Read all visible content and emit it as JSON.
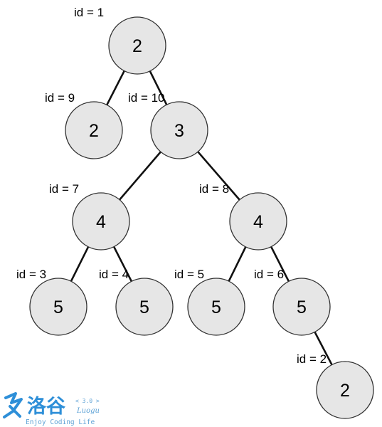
{
  "tree": {
    "nodes": [
      {
        "id_label": "id = 1",
        "value": "2"
      },
      {
        "id_label": "id = 9",
        "value": "2"
      },
      {
        "id_label": "id = 10",
        "value": "3"
      },
      {
        "id_label": "id = 7",
        "value": "4"
      },
      {
        "id_label": "id = 8",
        "value": "4"
      },
      {
        "id_label": "id = 3",
        "value": "5"
      },
      {
        "id_label": "id = 4",
        "value": "5"
      },
      {
        "id_label": "id = 5",
        "value": "5"
      },
      {
        "id_label": "id = 6",
        "value": "5"
      },
      {
        "id_label": "id = 2",
        "value": "2"
      }
    ],
    "edges": [
      [
        0,
        1
      ],
      [
        0,
        2
      ],
      [
        2,
        3
      ],
      [
        2,
        4
      ],
      [
        3,
        5
      ],
      [
        3,
        6
      ],
      [
        4,
        7
      ],
      [
        4,
        8
      ],
      [
        8,
        9
      ]
    ]
  },
  "watermark": {
    "name_cn": "洛谷",
    "version": "< 3.0 >",
    "name_en": "Luogu",
    "tagline": "Enjoy Coding Life",
    "color": "#2e8fd8"
  }
}
